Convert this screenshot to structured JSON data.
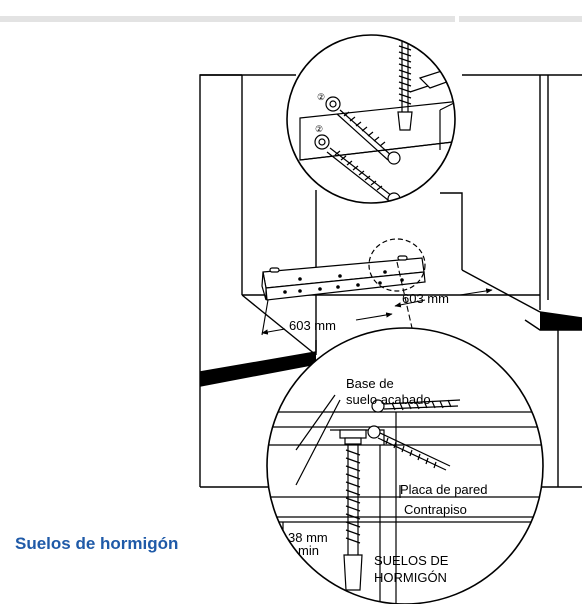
{
  "caption": "Suelos de hormigón",
  "labels": {
    "dim_left": "603 mm",
    "dim_right": "603 mm",
    "centerline": "℄",
    "base_line1": "Base de",
    "base_line2": "suelo acabado",
    "wall_plate": "Placa de pared",
    "subfloor": "Contrapiso",
    "min_line1": "38 mm",
    "min_line2": "min",
    "concrete_line1": "SUELOS DE",
    "concrete_line2": "HORMIGÓN",
    "step_a": "②",
    "step_b": "②"
  },
  "colors": {
    "accent": "#1f5aa8",
    "topbar": "#e3e3e3",
    "line": "#000000"
  }
}
